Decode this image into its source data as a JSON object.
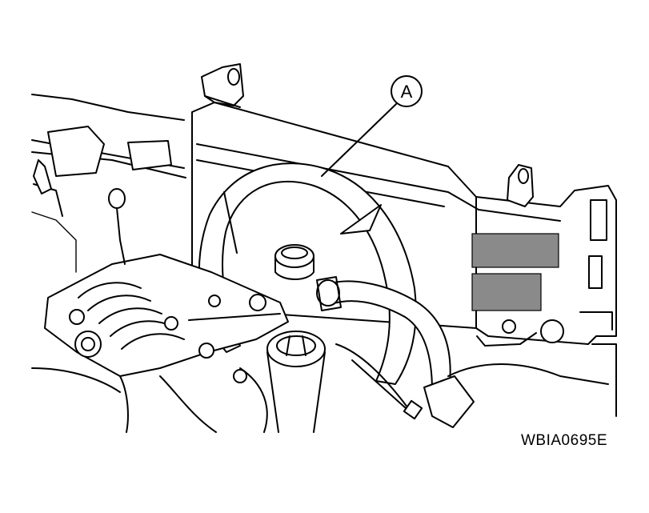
{
  "callout": {
    "letter": "A"
  },
  "figure_code": "WBIA0695E",
  "parts": [
    {
      "id": "radiator",
      "callout": ""
    },
    {
      "id": "fan-shroud",
      "callout": "A"
    },
    {
      "id": "upper-radiator-hose",
      "callout": ""
    },
    {
      "id": "intake-manifold",
      "callout": ""
    }
  ]
}
